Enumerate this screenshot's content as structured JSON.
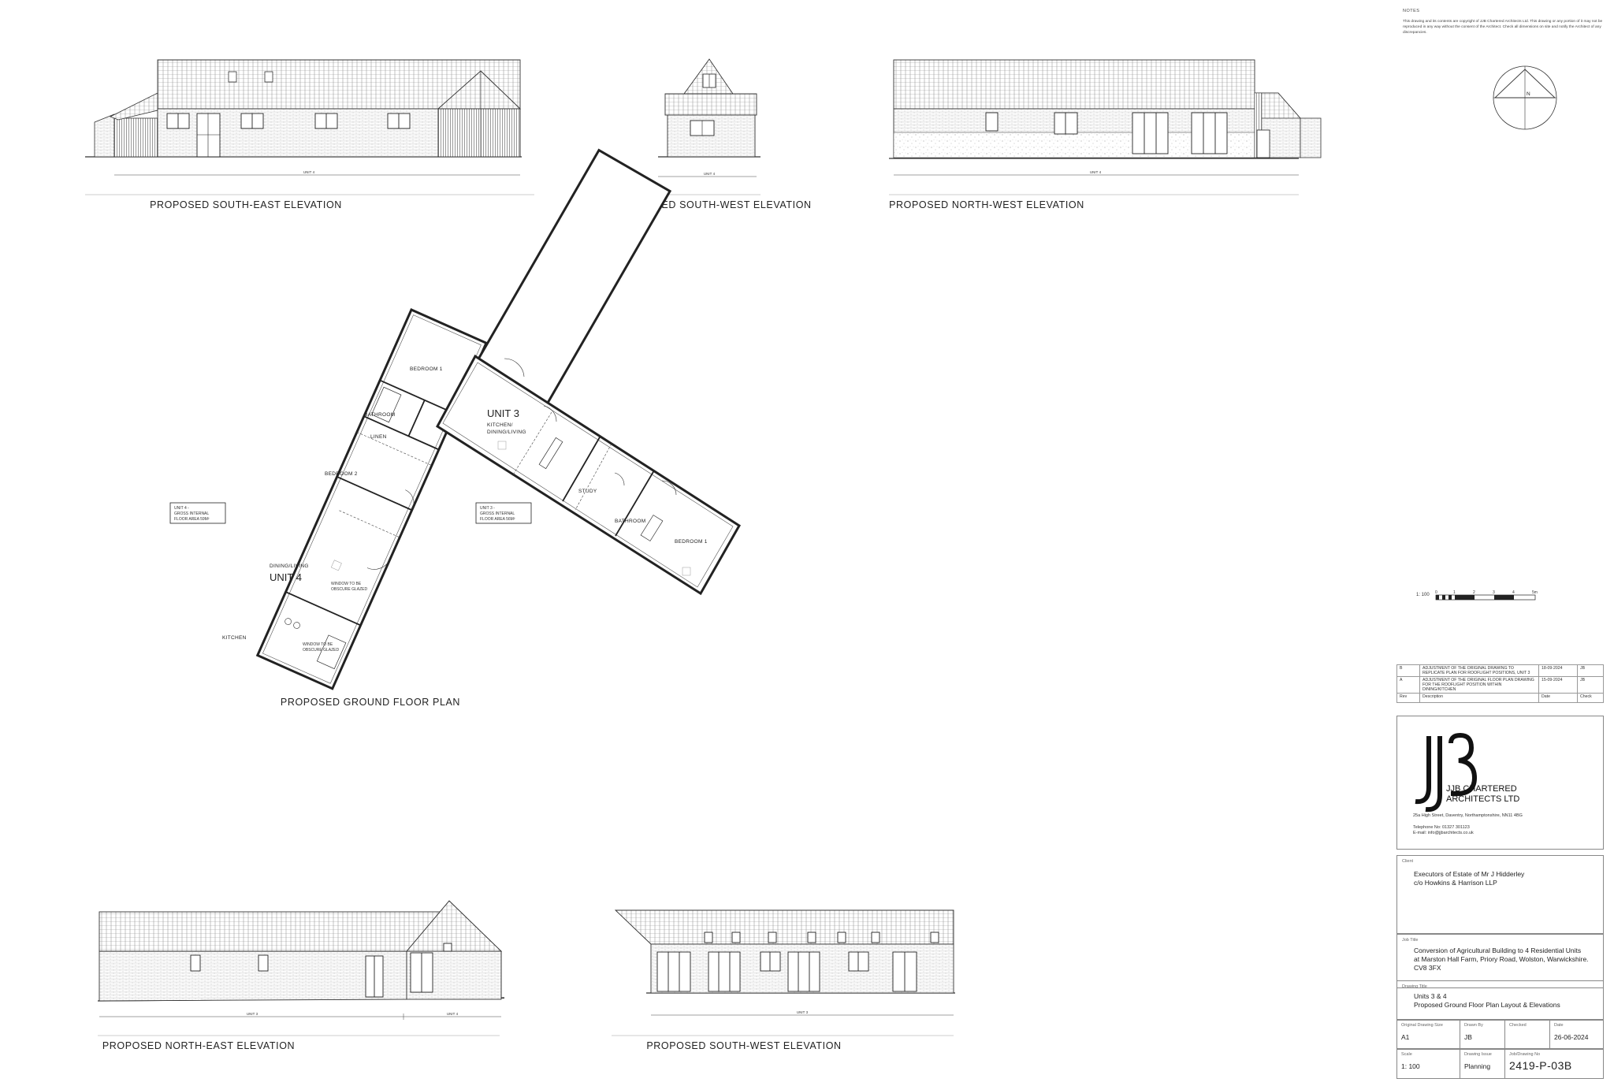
{
  "notes": {
    "heading": "NOTES",
    "body": "This drawing and its contents are copyright of JJB Chartered Architects Ltd. This drawing or any portion of it may not be reproduced in any way without the consent of the Architect. Check all dimensions on site and notify the Architect of any discrepancies."
  },
  "elevations": {
    "south_east": "PROPOSED SOUTH-EAST ELEVATION",
    "south_west_top": "PROPOSED SOUTH-WEST ELEVATION",
    "north_west": "PROPOSED NORTH-WEST ELEVATION",
    "north_east": "PROPOSED NORTH-EAST ELEVATION",
    "south_west_bottom": "PROPOSED SOUTH-WEST ELEVATION"
  },
  "dims": {
    "unit3": "UNIT 3",
    "unit4": "UNIT 4"
  },
  "plan": {
    "title": "PROPOSED GROUND FLOOR PLAN",
    "unit3_label": "UNIT 3",
    "unit4_label": "UNIT 4",
    "rooms_unit3": [
      "BEDROOM 1",
      "KITCHEN/",
      "DINING/LIVING",
      "STUDY",
      "BATHROOM",
      "BEDROOM 1"
    ],
    "rooms_unit4": [
      "BATHROOM",
      "LINEN",
      "BEDROOM 2",
      "DINING/LIVING",
      "KITCHEN"
    ],
    "note_window_1": [
      "WINDOW TO BE",
      "OBSCURE GLAZED"
    ],
    "note_window_2": [
      "WINDOW TO BE",
      "OBSCURE GLAZED"
    ],
    "area_unit4": [
      "UNIT 4 -",
      "GROSS INTERNAL",
      "FLOOR AREA 59M²"
    ],
    "area_unit3": [
      "UNIT 3 -",
      "GROSS INTERNAL",
      "FLOOR AREA 56M²"
    ]
  },
  "compass": {
    "north": "N"
  },
  "scale_bar": {
    "label": "1: 100",
    "ticks": [
      "0",
      "1",
      "2",
      "3",
      "4",
      "5m"
    ]
  },
  "revisions": [
    {
      "rev": "B",
      "description": "ADJUSTMENT OF THE ORIGINAL DRAWING TO REPLICATE PLAN FOR ROOFLIGHT POSITIONS, UNIT 3",
      "date": "18-09-2024",
      "checked": "JB"
    },
    {
      "rev": "A",
      "description": "ADJUSTMENT OF THE ORIGINAL FLOOR PLAN DRAWING FOR THE ROOFLIGHT POSITION WITHIN DINING/KITCHEN",
      "date": "15-09-2024",
      "checked": "JB"
    }
  ],
  "revision_headers": {
    "rev": "Rev",
    "description": "Description",
    "date": "Date",
    "checked": "Check"
  },
  "firm": {
    "name_line1": "JJB CHARTERED",
    "name_line2": "ARCHITECTS LTD",
    "address": "25a High Street, Daventry, Northamptonshire, NN11 4BG",
    "telephone": "Telephone No: 01327 301123",
    "email": "E-mail: info@jjbarchitects.co.uk"
  },
  "client": {
    "label": "Client",
    "line1": "Executors of Estate of Mr J Hidderley",
    "line2": "c/o Howkins & Harrison LLP"
  },
  "job": {
    "label": "Job Title",
    "line1": "Conversion of Agricultural Building to 4 Residential Units",
    "line2": "at Marston Hall Farm, Priory Road, Wolston, Warwickshire.",
    "line3": "CV8 3FX"
  },
  "drawing_title": {
    "label": "Drawing Title",
    "line1": "Units 3 & 4",
    "line2": "Proposed Ground Floor Plan Layout & Elevations"
  },
  "meta": {
    "size_label": "Original Drawing Size",
    "size": "A1",
    "drawn_label": "Drawn By",
    "drawn": "JB",
    "checked_label": "Checked",
    "checked": "",
    "date_label": "Date",
    "date": "26-06-2024",
    "scale_label": "Scale",
    "scale": "1: 100",
    "issue_label": "Drawing Issue",
    "issue": "Planning",
    "number_label": "Job/Drawing No",
    "number": "2419-P-03B"
  }
}
